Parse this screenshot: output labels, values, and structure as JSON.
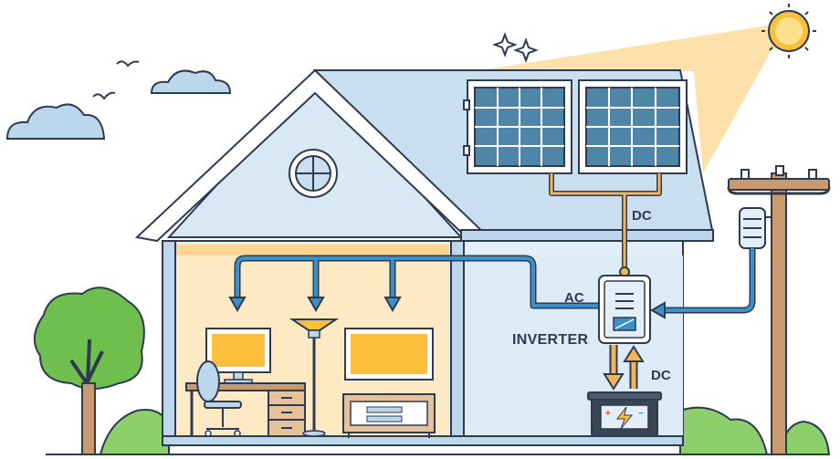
{
  "labels": {
    "dc_top": "DC",
    "ac": "AC",
    "inverter": "INVERTER",
    "dc_bottom": "DC"
  },
  "colors": {
    "outline": "#2d3a4f",
    "roof": "#c9deef",
    "wall": "#e3eef8",
    "interior_glow": "#fde9c4",
    "sun": "#fbbf3c",
    "sunbeam": "#fcd58e",
    "solar_panel": "#4f86a8",
    "ac_line": "#3d8fc9",
    "dc_line": "#f2b55c",
    "tree": "#6fbf4e",
    "pole": "#c99a6e",
    "battery": "#3a4453"
  },
  "icons": [
    "sun-icon",
    "sparkle-icon",
    "bird-icon",
    "cloud-icon",
    "solar-panel-icon",
    "inverter-icon",
    "battery-icon",
    "utility-pole-icon",
    "transformer-icon",
    "tree-icon",
    "monitor-icon",
    "desk-icon",
    "chair-icon",
    "floor-lamp-icon",
    "tv-icon",
    "tv-stand-icon",
    "round-window-icon"
  ]
}
